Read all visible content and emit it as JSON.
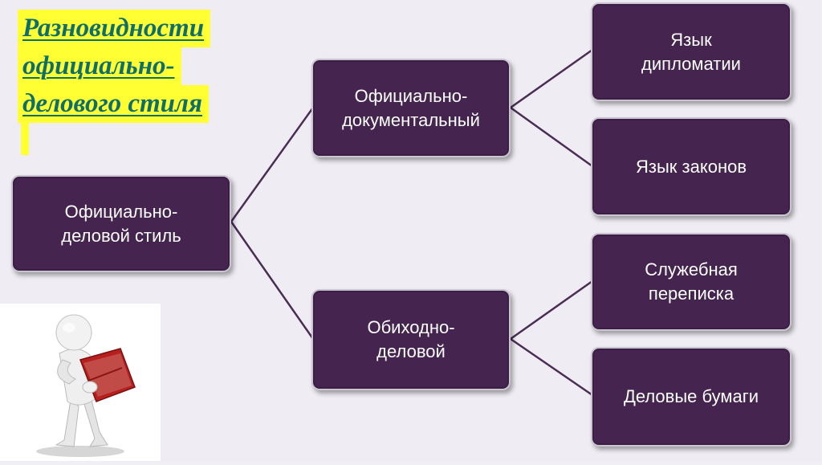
{
  "title": {
    "lines": [
      "Разновидности",
      "официально-",
      "делового стиля"
    ]
  },
  "nodes": {
    "root": "Официально-\nделовой стиль",
    "documentary": "Официально-\nдокументальный",
    "everyday": "Обиходно-\nделовой",
    "diplomacy": "Язык\nдипломатии",
    "laws": "Язык законов",
    "correspondence": "Служебная\nпереписка",
    "papers": "Деловые бумаги"
  },
  "icons": {
    "reader": "person-reading-book-icon"
  },
  "colors": {
    "box_fill": "#45244f",
    "connector": "#4a2d55",
    "title_text": "#0e6f6a",
    "title_highlight": "#ffff33"
  }
}
